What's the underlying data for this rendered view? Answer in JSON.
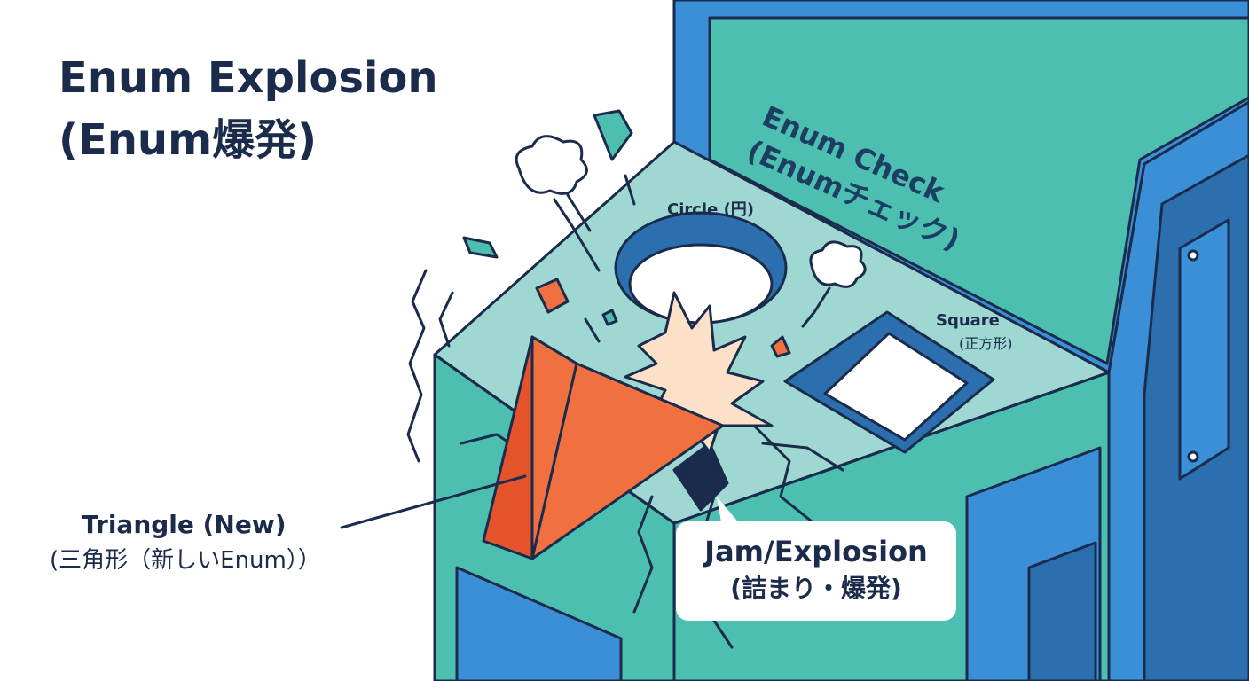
{
  "title": {
    "line1": "Enum Explosion",
    "line2": "(Enum爆発)"
  },
  "machine_label": {
    "line1": "Enum Check",
    "line2": "(Enumチェック)"
  },
  "slots": {
    "circle": "Circle (円)",
    "square_line1": "Square",
    "square_line2": "(正方形)"
  },
  "triangle_label": {
    "line1": "Triangle (New)",
    "line2": "(三角形（新しいEnum））"
  },
  "callout": {
    "line1": "Jam/Explosion",
    "line2": "(詰まり・爆発)"
  },
  "colors": {
    "outline": "#1b2b4b",
    "teal": "#4dbfb0",
    "teal_light": "#9fd8d2",
    "blue": "#3b8fd6",
    "blue_dark": "#2c6fae",
    "orange": "#f07040",
    "orange_dark": "#e4532a",
    "burst": "#fde0c8"
  },
  "icons": [
    "steam-puff-icon",
    "debris-icon",
    "crack-icon",
    "impact-burst-icon"
  ]
}
